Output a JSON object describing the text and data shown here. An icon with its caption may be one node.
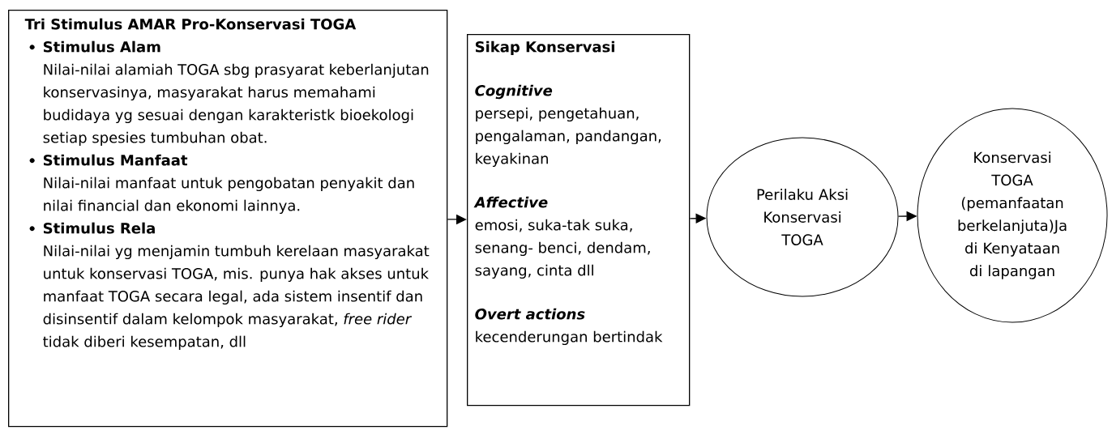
{
  "diagram": {
    "nodes": [
      {
        "text": [
          "Tri Stimulus AMAR Pro-Konservasi TOGA",
          "Stimulus Alam",
          "Nilai-nilai alamiah TOGA sbg prasyarat keberlanjutan konservasinya, masyarakat harus memahami budidaya yg sesuai dengan karakteristk bioekologi setiap spesies tumbuhan obat.",
          "Stimulus Manfaat",
          "Nilai-nilai manfaat untuk pengobatan penyakit dan nilai financial dan ekonomi lainnya.",
          "Stimulus Rela",
          "Nilai-nilai yg menjamin tumbuh kerelaan masyarakat untuk konservasi TOGA, mis. punya hak akses untuk manfaat TOGA secara legal, ada sistem insentif dan disinsentif dalam kelompok masyarakat, *free rider* tidak diberi kesempatan, dll"
        ]
      },
      {
        "text": [
          "Sikap Konservasi",
          "Cognitive",
          "persepi, pengetahuan, pengalaman, pandangan, keyakinan",
          "Affective",
          "emosi, suka-tak suka, senang- benci, dendam, sayang, cinta dll",
          "Overt actions",
          "kecenderungan bertindak"
        ]
      },
      {
        "text": [
          "Perilaku Aksi Konservasi TOGA"
        ]
      },
      {
        "text": [
          "Konservasi TOGA (pemanfaatan berkelanjuta)Ja di Kenyataan di lapangan"
        ]
      }
    ],
    "edges": [
      {
        "from": 0,
        "to": 1,
        "arrow": "to"
      },
      {
        "from": 1,
        "to": 2,
        "arrow": "to"
      },
      {
        "from": 2,
        "to": 3,
        "arrow": "to"
      }
    ]
  }
}
